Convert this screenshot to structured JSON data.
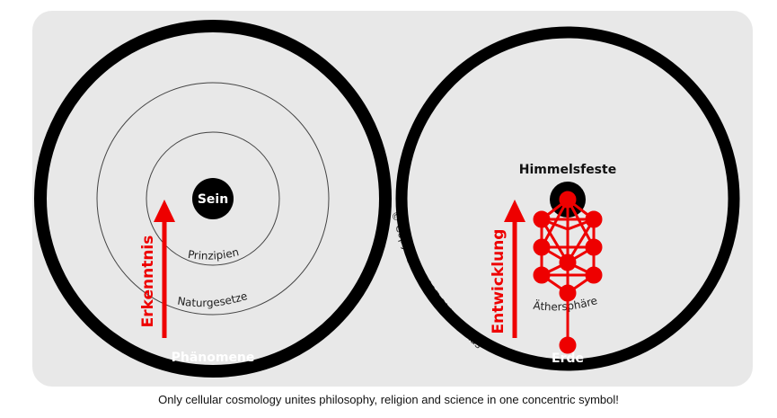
{
  "left_diagram": {
    "center_label": "Sein",
    "inner_ring_label": "Prinzipien",
    "outer_ring_label": "Naturgesetze",
    "bottom_label": "Phänomene",
    "arrow_label": "Erkenntnis"
  },
  "right_diagram": {
    "top_label": "Himmelsfeste",
    "ring_label": "Äthersphäre",
    "bottom_label": "Erde",
    "arrow_label": "Entwicklung"
  },
  "copyright": "© Copyright 2017 Philip Mikas",
  "caption": "Only cellular cosmology unites philosophy, religion and science in one concentric symbol!",
  "colors": {
    "accent": "#ee0000",
    "ring": "#000000",
    "panel": "#e8e8e8"
  }
}
